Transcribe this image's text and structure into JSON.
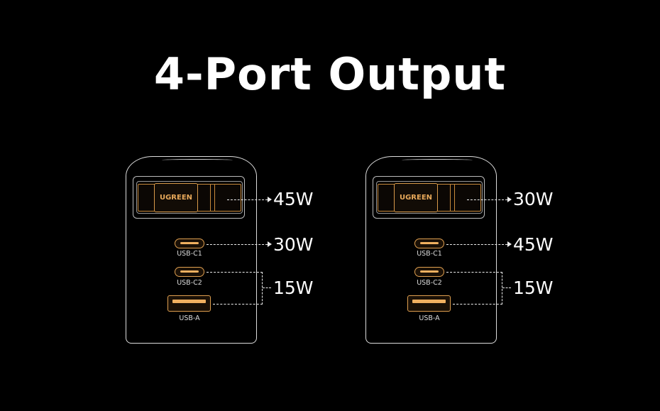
{
  "title": "4-Port Output",
  "panels": [
    {
      "brand": "UGREEN",
      "top_port_watt": "45W",
      "c1_watt": "30W",
      "shared_watt": "15W",
      "labels": {
        "c1": "USB-C1",
        "c2": "USB-C2",
        "a": "USB-A"
      }
    },
    {
      "brand": "UGREEN",
      "top_port_watt": "30W",
      "c1_watt": "45W",
      "shared_watt": "15W",
      "labels": {
        "c1": "USB-C1",
        "c2": "USB-C2",
        "a": "USB-A"
      }
    }
  ],
  "colors": {
    "accent": "#e0a050",
    "background": "#000000"
  }
}
